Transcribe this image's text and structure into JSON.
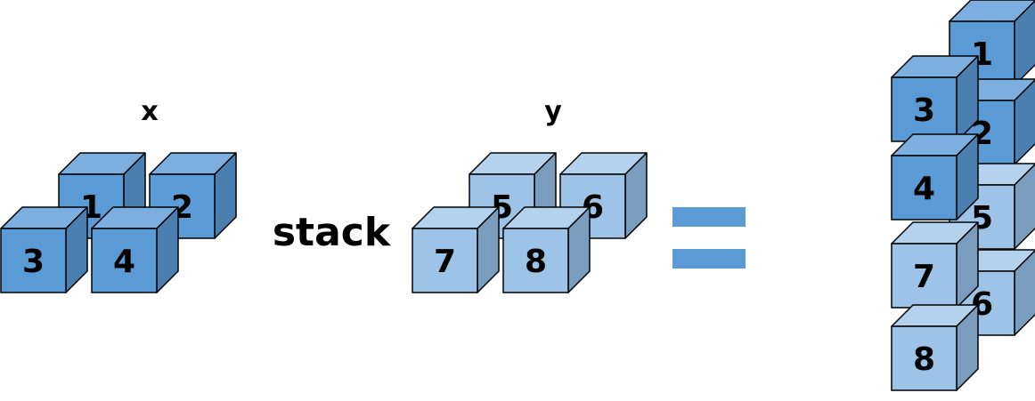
{
  "labels": {
    "x": "x",
    "y": "y",
    "operation": "stack"
  },
  "colors": {
    "dark": {
      "front": "#5b9bd5",
      "top": "#7cafe0",
      "side": "#4a7fb0"
    },
    "light": {
      "front": "#9dc3e6",
      "top": "#b4d2ee",
      "side": "#7a9dbd"
    },
    "equals": "#5b9bd5",
    "outline": "#000000"
  },
  "groups": {
    "x": [
      "1",
      "2",
      "3",
      "4"
    ],
    "y": [
      "5",
      "6",
      "7",
      "8"
    ],
    "result": [
      "1",
      "2",
      "3",
      "4",
      "5",
      "6",
      "7",
      "8"
    ]
  }
}
